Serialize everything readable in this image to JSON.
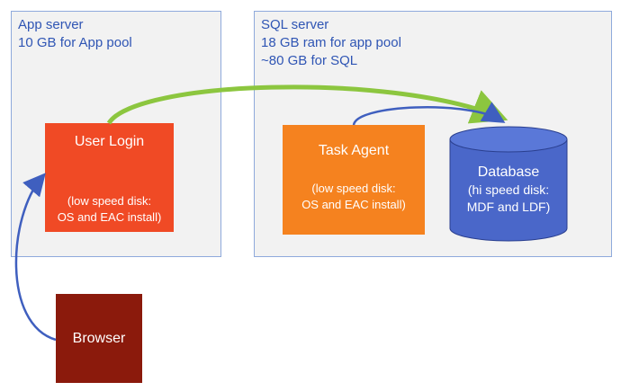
{
  "app_server": {
    "title": "App server",
    "line1": "10 GB for App pool"
  },
  "sql_server": {
    "title": "SQL server",
    "line1": "18 GB ram for app pool",
    "line2": "~80 GB for SQL"
  },
  "user_login": {
    "title": "User Login",
    "sub1": "(low speed disk:",
    "sub2": "OS and EAC install)"
  },
  "task_agent": {
    "title": "Task Agent",
    "sub1": "(low speed disk:",
    "sub2": "OS and EAC install)"
  },
  "database": {
    "title": "Database",
    "sub1": "(hi speed disk:",
    "sub2": "MDF and LDF)"
  },
  "browser": {
    "title": "Browser"
  },
  "colors": {
    "server_text": "#2f55b4",
    "user_login": "#f04a25",
    "task_agent": "#f5821f",
    "database": "#4a67c9",
    "browser": "#8b1a0c",
    "green_arrow": "#8cc63f",
    "blue_arrow": "#3f5fbf"
  }
}
